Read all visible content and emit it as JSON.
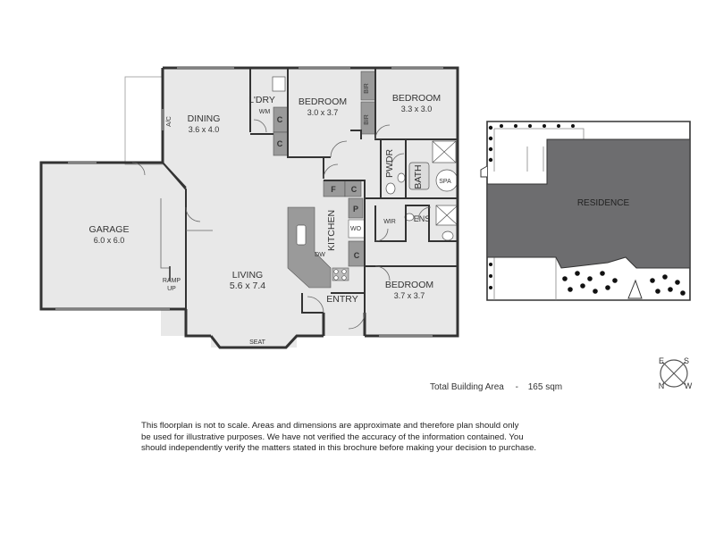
{
  "rooms": {
    "dining": {
      "name": "DINING",
      "dims": "3.6 x 4.0"
    },
    "bed1": {
      "name": "BEDROOM",
      "dims": "3.0 x 3.7"
    },
    "bed2": {
      "name": "BEDROOM",
      "dims": "3.3 x 3.0"
    },
    "bed3": {
      "name": "BEDROOM",
      "dims": "3.7 x 3.7"
    },
    "garage": {
      "name": "GARAGE",
      "dims": "6.0 x 6.0"
    },
    "living": {
      "name": "LIVING",
      "dims": "5.6 x 7.4"
    },
    "ldry": "L'DRY",
    "wm": "WM",
    "kitchen": "KITCHEN",
    "entry": "ENTRY",
    "seat": "SEAT",
    "pwdr": "PWDR",
    "bath": "BATH",
    "spa": "SPA",
    "ens": "ENS",
    "wir": "WIR",
    "wo": "WO",
    "dw": "DW",
    "bir": "BIR",
    "c": "C",
    "f": "F",
    "p": "P",
    "ac": "A/C",
    "ramp": "RAMP",
    "up": "UP"
  },
  "site_plan": {
    "label": "RESIDENCE"
  },
  "compass": {
    "e": "E",
    "s": "S",
    "n": "N",
    "w": "W"
  },
  "area": {
    "label": "Total Building Area",
    "sep": "-",
    "value": "165 sqm"
  },
  "disclaimer": [
    "This floorplan is not to scale. Areas and dimensions are approximate and therefore plan should only",
    "be used for illustrative purposes. We have not verified the accuracy of the information contained. You",
    "should independently verify the matters stated in this brochure before making your decision to purchase."
  ],
  "colors": {
    "wall": "#333333",
    "fixture": "#9a9a9a",
    "floor": "#e8e8e8",
    "residence": "#6d6d6f"
  }
}
